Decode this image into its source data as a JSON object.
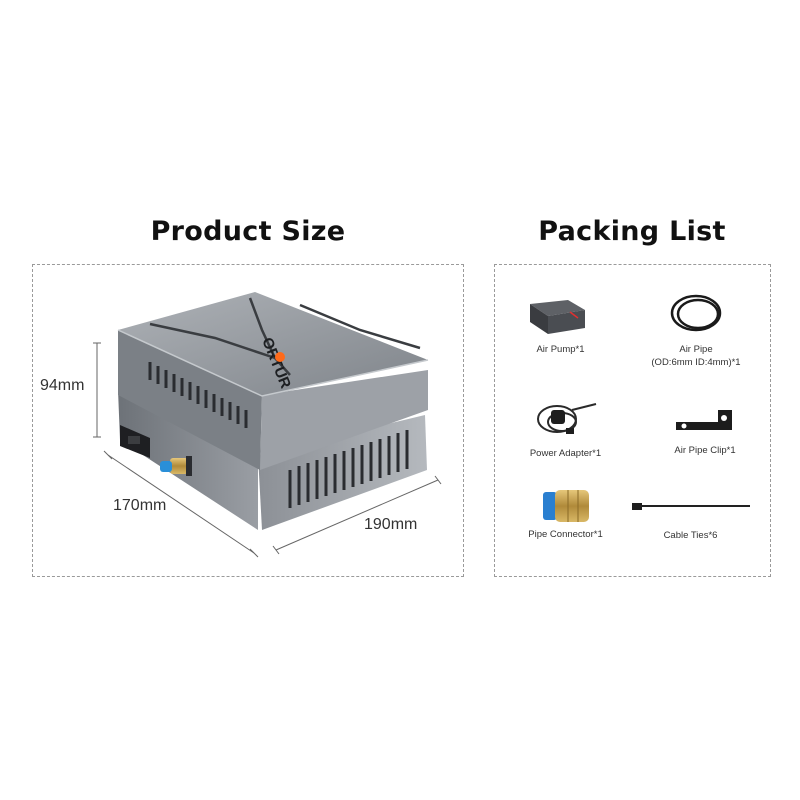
{
  "headings": {
    "product_size": "Product Size",
    "packing_list": "Packing List"
  },
  "dimensions": {
    "height": "94mm",
    "depth": "170mm",
    "width": "190mm"
  },
  "product": {
    "brand_logo": "ORTUR",
    "body_color": "#8a8e94",
    "accent_color": "#ff6a1a"
  },
  "packing_list": [
    {
      "label": "Air Pump*1",
      "icon": "air-pump-icon"
    },
    {
      "label": "Air Pipe",
      "label2": "(OD:6mm ID:4mm)*1",
      "icon": "air-pipe-icon"
    },
    {
      "label": "Power Adapter*1",
      "icon": "power-adapter-icon"
    },
    {
      "label": "Air Pipe Clip*1",
      "icon": "pipe-clip-icon"
    },
    {
      "label": "Pipe Connector*1",
      "icon": "pipe-connector-icon"
    },
    {
      "label": "Cable Ties*6",
      "icon": "cable-ties-icon"
    }
  ]
}
